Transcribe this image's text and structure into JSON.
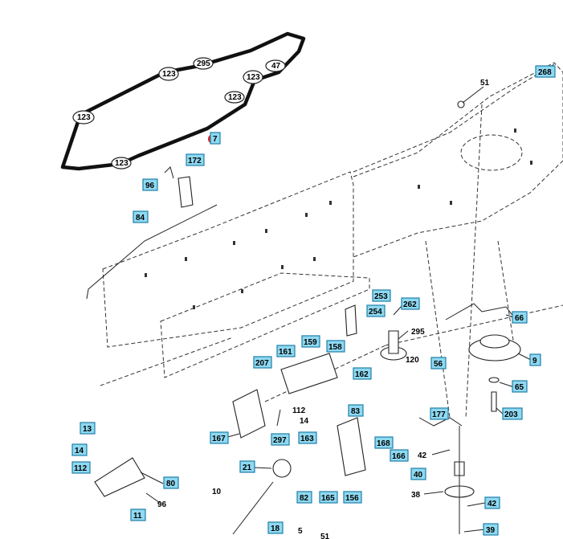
{
  "diagram": {
    "callouts_boxed": [
      {
        "id": "c7",
        "text": "7"
      },
      {
        "id": "c172",
        "text": "172"
      },
      {
        "id": "c96a",
        "text": "96"
      },
      {
        "id": "c84",
        "text": "84"
      },
      {
        "id": "c268",
        "text": "268"
      },
      {
        "id": "c253",
        "text": "253"
      },
      {
        "id": "c254",
        "text": "254"
      },
      {
        "id": "c262",
        "text": "262"
      },
      {
        "id": "c66",
        "text": "66"
      },
      {
        "id": "c9",
        "text": "9"
      },
      {
        "id": "c56",
        "text": "56"
      },
      {
        "id": "c65",
        "text": "65"
      },
      {
        "id": "c203",
        "text": "203"
      },
      {
        "id": "c161",
        "text": "161"
      },
      {
        "id": "c159",
        "text": "159"
      },
      {
        "id": "c158",
        "text": "158"
      },
      {
        "id": "c207",
        "text": "207"
      },
      {
        "id": "c162",
        "text": "162"
      },
      {
        "id": "c83",
        "text": "83"
      },
      {
        "id": "c177",
        "text": "177"
      },
      {
        "id": "c13",
        "text": "13"
      },
      {
        "id": "c14a",
        "text": "14"
      },
      {
        "id": "c112a",
        "text": "112"
      },
      {
        "id": "c167",
        "text": "167"
      },
      {
        "id": "c297",
        "text": "297"
      },
      {
        "id": "c163",
        "text": "163"
      },
      {
        "id": "c168",
        "text": "168"
      },
      {
        "id": "c166",
        "text": "166"
      },
      {
        "id": "c40",
        "text": "40"
      },
      {
        "id": "c21",
        "text": "21"
      },
      {
        "id": "c80",
        "text": "80"
      },
      {
        "id": "c82",
        "text": "82"
      },
      {
        "id": "c165",
        "text": "165"
      },
      {
        "id": "c156",
        "text": "156"
      },
      {
        "id": "c42b",
        "text": "42"
      },
      {
        "id": "c11",
        "text": "11"
      },
      {
        "id": "c18",
        "text": "18"
      },
      {
        "id": "c39",
        "text": "39"
      }
    ],
    "callouts_plain": [
      {
        "id": "p51a",
        "text": "51"
      },
      {
        "id": "p295",
        "text": "295"
      },
      {
        "id": "p120",
        "text": "120"
      },
      {
        "id": "p112b",
        "text": "112"
      },
      {
        "id": "p14b",
        "text": "14"
      },
      {
        "id": "p42a",
        "text": "42"
      },
      {
        "id": "p38",
        "text": "38"
      },
      {
        "id": "p10",
        "text": "10"
      },
      {
        "id": "p96b",
        "text": "96"
      },
      {
        "id": "p5",
        "text": "5"
      },
      {
        "id": "p51b",
        "text": "51"
      }
    ],
    "belt_pulley_labels": [
      {
        "id": "bp295",
        "text": "295"
      },
      {
        "id": "bp47",
        "text": "47"
      },
      {
        "id": "bp123a",
        "text": "123"
      },
      {
        "id": "bp123b",
        "text": "123"
      },
      {
        "id": "bp123c",
        "text": "123"
      },
      {
        "id": "bp123d",
        "text": "123"
      },
      {
        "id": "bp123e",
        "text": "123"
      }
    ],
    "colors": {
      "callout_fill": "#8fd9f1",
      "callout_border": "#1e7fa8",
      "marker": "#e02020"
    }
  }
}
